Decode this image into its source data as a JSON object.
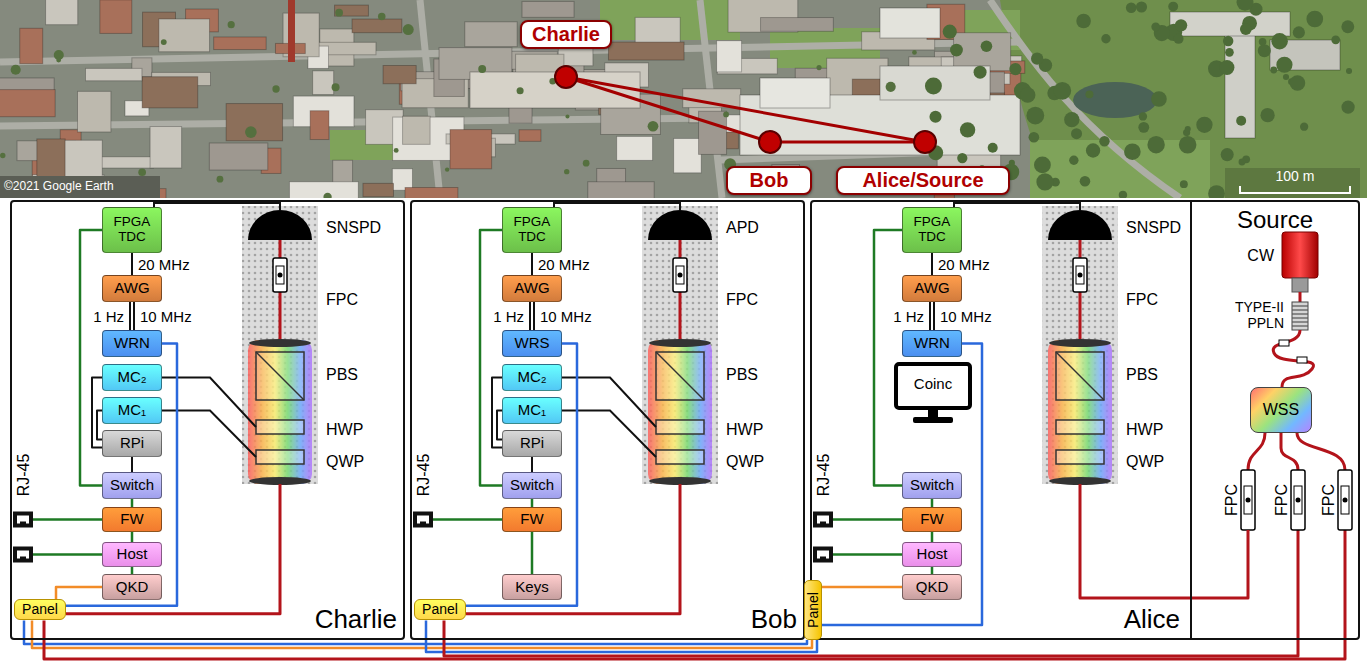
{
  "diagram": {
    "nodes": [
      {
        "text": [
          "Charlie"
        ]
      },
      {
        "text": [
          "Bob"
        ]
      },
      {
        "text": [
          "Alice/Source"
        ]
      },
      {
        "text": [
          "Charlie"
        ]
      },
      {
        "text": [
          "FPGA TDC"
        ],
        "in": 3
      },
      {
        "text": [
          "AWG"
        ],
        "in": 3
      },
      {
        "text": [
          "WRN"
        ],
        "in": 3
      },
      {
        "text": [
          "MC₂"
        ],
        "in": 3
      },
      {
        "text": [
          "MC₁"
        ],
        "in": 3
      },
      {
        "text": [
          "RPi"
        ],
        "in": 3
      },
      {
        "text": [
          "Switch"
        ],
        "in": 3
      },
      {
        "text": [
          "FW"
        ],
        "in": 3
      },
      {
        "text": [
          "Host"
        ],
        "in": 3
      },
      {
        "text": [
          "QKD"
        ],
        "in": 3
      },
      {
        "text": [
          "Panel"
        ],
        "in": 3
      },
      {
        "text": [
          "Bob"
        ]
      },
      {
        "text": [
          "FPGA TDC"
        ],
        "in": 15
      },
      {
        "text": [
          "AWG"
        ],
        "in": 15
      },
      {
        "text": [
          "WRS"
        ],
        "in": 15
      },
      {
        "text": [
          "MC₂"
        ],
        "in": 15
      },
      {
        "text": [
          "MC₁"
        ],
        "in": 15
      },
      {
        "text": [
          "RPi"
        ],
        "in": 15
      },
      {
        "text": [
          "Switch"
        ],
        "in": 15
      },
      {
        "text": [
          "FW"
        ],
        "in": 15
      },
      {
        "text": [
          "Keys"
        ],
        "in": 15
      },
      {
        "text": [
          "Panel"
        ],
        "in": 15
      },
      {
        "text": [
          "Alice"
        ]
      },
      {
        "text": [
          "FPGA TDC"
        ],
        "in": 26
      },
      {
        "text": [
          "AWG"
        ],
        "in": 26
      },
      {
        "text": [
          "WRN"
        ],
        "in": 26
      },
      {
        "text": [
          "Coinc"
        ],
        "in": 26
      },
      {
        "text": [
          "Switch"
        ],
        "in": 26
      },
      {
        "text": [
          "FW"
        ],
        "in": 26
      },
      {
        "text": [
          "Host"
        ],
        "in": 26
      },
      {
        "text": [
          "QKD"
        ],
        "in": 26
      },
      {
        "text": [
          "Panel"
        ],
        "in": 26
      },
      {
        "text": [
          "Source"
        ],
        "in": 26
      },
      {
        "text": [
          "WSS"
        ],
        "in": 36
      }
    ],
    "edges": [
      {
        "from": 4,
        "to": 5,
        "arrow": "none",
        "label": "20 MHz"
      },
      {
        "from": 5,
        "to": 6,
        "arrow": "none",
        "label": "1 Hz"
      },
      {
        "from": 5,
        "to": 6,
        "arrow": "none",
        "label": "10 MHz"
      },
      {
        "from": 7,
        "to": 9,
        "arrow": "none"
      },
      {
        "from": 8,
        "to": 9,
        "arrow": "none"
      },
      {
        "from": 9,
        "to": 10,
        "arrow": "none"
      },
      {
        "from": 4,
        "to": 10,
        "arrow": "none"
      },
      {
        "from": 10,
        "to": 11,
        "arrow": "none"
      },
      {
        "from": 11,
        "to": 12,
        "arrow": "none"
      },
      {
        "from": 12,
        "to": 13,
        "arrow": "none"
      },
      {
        "from": 6,
        "to": 14,
        "arrow": "none"
      },
      {
        "from": 13,
        "to": 14,
        "arrow": "none"
      },
      {
        "from": 16,
        "to": 17,
        "arrow": "none",
        "label": "20 MHz"
      },
      {
        "from": 17,
        "to": 18,
        "arrow": "none",
        "label": "1 Hz"
      },
      {
        "from": 17,
        "to": 18,
        "arrow": "none",
        "label": "10 MHz"
      },
      {
        "from": 19,
        "to": 21,
        "arrow": "none"
      },
      {
        "from": 20,
        "to": 21,
        "arrow": "none"
      },
      {
        "from": 21,
        "to": 22,
        "arrow": "none"
      },
      {
        "from": 16,
        "to": 22,
        "arrow": "none"
      },
      {
        "from": 22,
        "to": 23,
        "arrow": "none"
      },
      {
        "from": 23,
        "to": 24,
        "arrow": "none"
      },
      {
        "from": 18,
        "to": 25,
        "arrow": "none"
      },
      {
        "from": 27,
        "to": 28,
        "arrow": "none",
        "label": "20 MHz"
      },
      {
        "from": 28,
        "to": 29,
        "arrow": "none",
        "label": "1 Hz"
      },
      {
        "from": 28,
        "to": 29,
        "arrow": "none",
        "label": "10 MHz"
      },
      {
        "from": 27,
        "to": 31,
        "arrow": "none"
      },
      {
        "from": 31,
        "to": 32,
        "arrow": "none"
      },
      {
        "from": 32,
        "to": 33,
        "arrow": "none"
      },
      {
        "from": 33,
        "to": 34,
        "arrow": "none"
      },
      {
        "from": 29,
        "to": 35,
        "arrow": "none"
      },
      {
        "from": 34,
        "to": 35,
        "arrow": "none"
      },
      {
        "from": 14,
        "to": 35,
        "arrow": "none"
      },
      {
        "from": 14,
        "to": 35,
        "arrow": "none"
      },
      {
        "from": 25,
        "to": 35,
        "arrow": "none"
      },
      {
        "from": 36,
        "to": 14,
        "arrow": "none"
      },
      {
        "from": 36,
        "to": 25,
        "arrow": "none"
      }
    ],
    "labels": [
      "©2021 Google Earth",
      "100 m",
      "SNSPD",
      "FPC",
      "PBS",
      "HWP",
      "QWP",
      "RJ-45",
      "APD",
      "FPC",
      "PBS",
      "HWP",
      "QWP",
      "RJ-45",
      "SNSPD",
      "FPC",
      "PBS",
      "HWP",
      "QWP",
      "RJ-45",
      "CW",
      "TYPE-II PPLN",
      "FPC",
      "FPC",
      "FPC"
    ]
  }
}
